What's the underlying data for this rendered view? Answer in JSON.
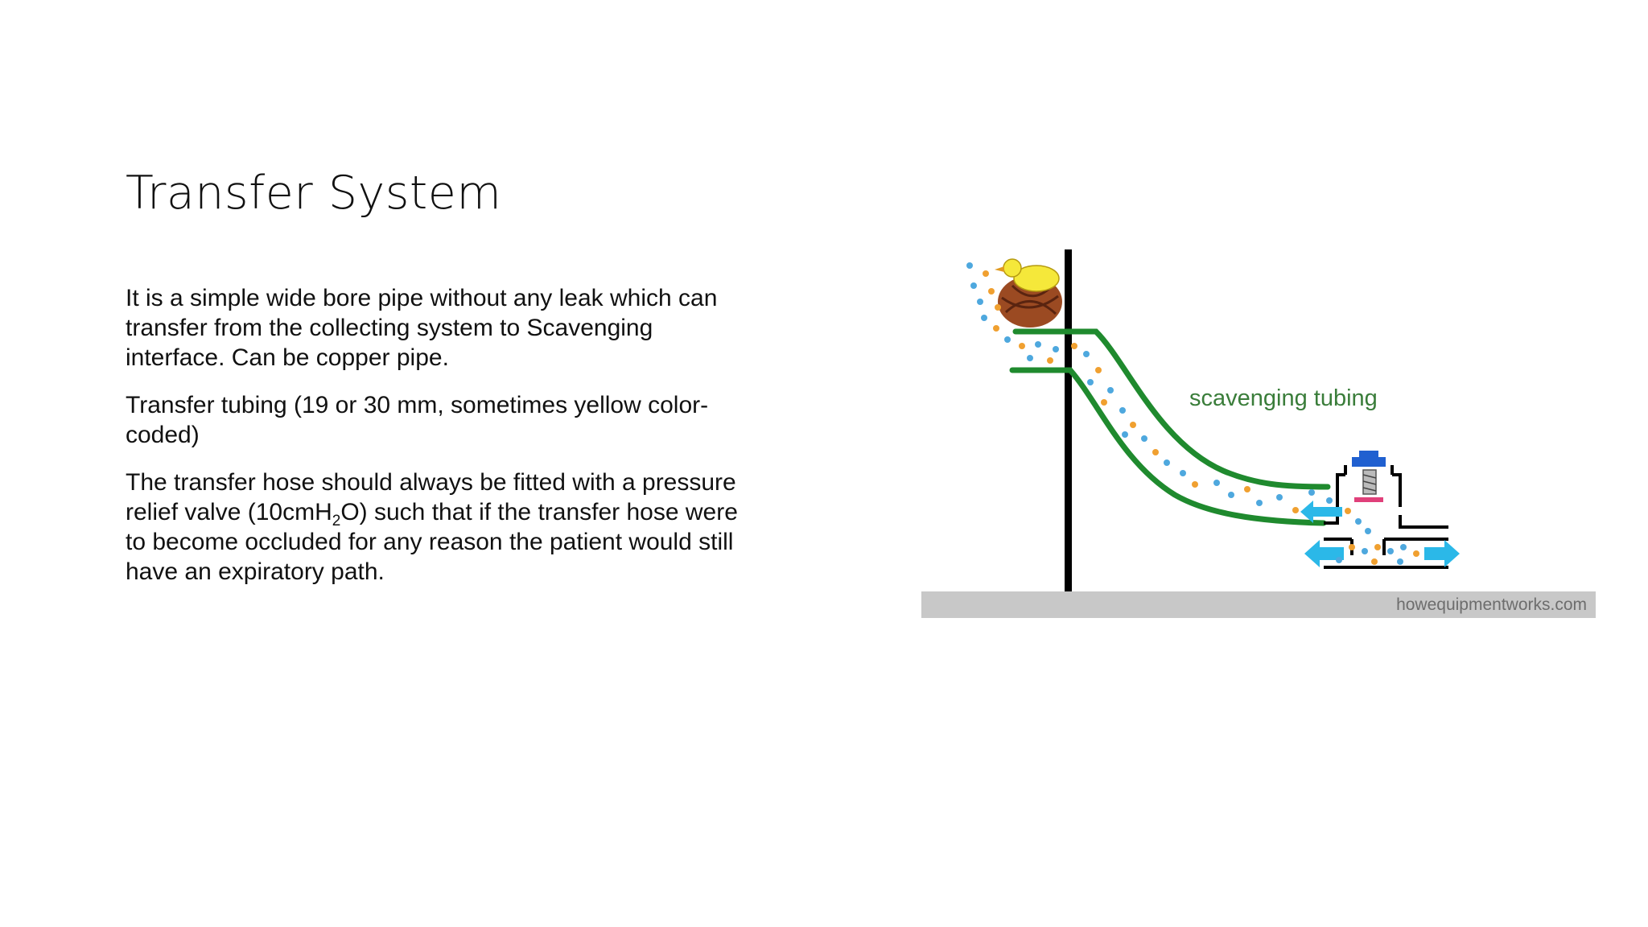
{
  "slide": {
    "title": "Transfer System",
    "paragraphs": {
      "p1": "It is a simple wide bore pipe without any leak which can transfer from the collecting system to Scavenging interface. Can be copper pipe.",
      "p2": "Transfer tubing (19 or 30 mm, sometimes yellow color-coded)",
      "p3": {
        "before_sub": "The transfer hose should always be fitted with a pressure relief valve (10cmH",
        "sub": "2",
        "after_sub": "O) such that if the transfer hose were to become occluded for any reason the patient would still have an expiratory path."
      }
    }
  },
  "diagram": {
    "label": "scavenging tubing",
    "watermark": "howequipmentworks.com",
    "colors": {
      "tubing": "#1f8a2e",
      "pole": "#000000",
      "floor": "#c8c8c8",
      "gas_blue": "#4ea8de",
      "gas_orange": "#f0a030",
      "arrow": "#2bb8e8",
      "valve_cap": "#2060d0",
      "valve_disc": "#e0407a",
      "bird": "#f5e83a",
      "nest": "#8b3a1a"
    }
  }
}
